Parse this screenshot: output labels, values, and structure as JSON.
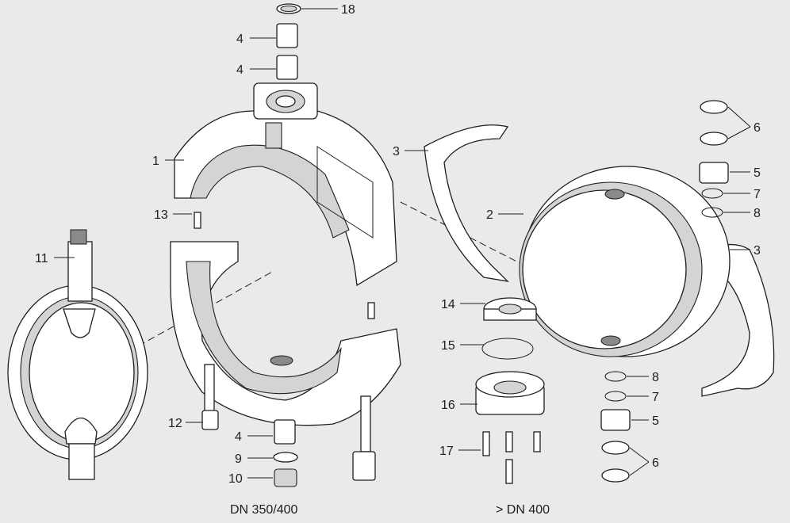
{
  "captions": {
    "left": "DN 350/400",
    "right": "> DN 400"
  },
  "callouts": [
    {
      "id": "c18",
      "text": "18"
    },
    {
      "id": "c4a",
      "text": "4"
    },
    {
      "id": "c4b",
      "text": "4"
    },
    {
      "id": "c1",
      "text": "1"
    },
    {
      "id": "c13",
      "text": "13"
    },
    {
      "id": "c11",
      "text": "11"
    },
    {
      "id": "c12",
      "text": "12"
    },
    {
      "id": "c4c",
      "text": "4"
    },
    {
      "id": "c9",
      "text": "9"
    },
    {
      "id": "c10",
      "text": "10"
    },
    {
      "id": "c3a",
      "text": "3"
    },
    {
      "id": "c2",
      "text": "2"
    },
    {
      "id": "c14",
      "text": "14"
    },
    {
      "id": "c15",
      "text": "15"
    },
    {
      "id": "c16",
      "text": "16"
    },
    {
      "id": "c17",
      "text": "17"
    },
    {
      "id": "c6a",
      "text": "6"
    },
    {
      "id": "c5a",
      "text": "5"
    },
    {
      "id": "c7a",
      "text": "7"
    },
    {
      "id": "c8a",
      "text": "8"
    },
    {
      "id": "c3b",
      "text": "3"
    },
    {
      "id": "c8b",
      "text": "8"
    },
    {
      "id": "c7b",
      "text": "7"
    },
    {
      "id": "c5b",
      "text": "5"
    },
    {
      "id": "c6b",
      "text": "6"
    }
  ]
}
